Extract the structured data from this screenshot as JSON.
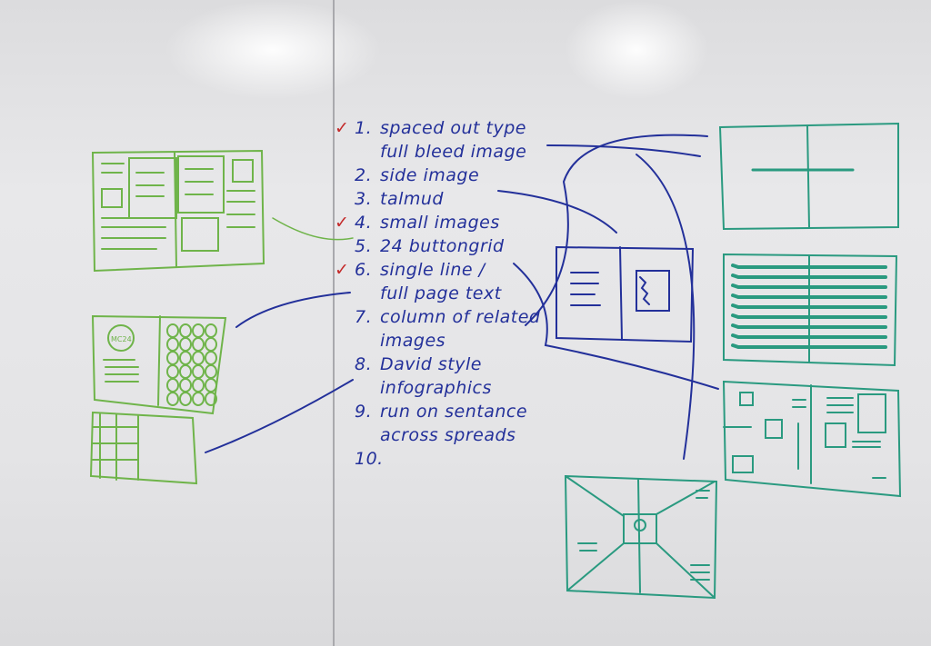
{
  "whiteboard": {
    "list": [
      {
        "num": "1.",
        "lines": [
          "spaced out type",
          "full bleed image"
        ],
        "checked": true
      },
      {
        "num": "2.",
        "lines": [
          "side image"
        ],
        "checked": false
      },
      {
        "num": "3.",
        "lines": [
          "talmud"
        ],
        "checked": false
      },
      {
        "num": "4.",
        "lines": [
          "small images"
        ],
        "checked": true
      },
      {
        "num": "5.",
        "lines": [
          "24 buttongrid"
        ],
        "checked": false
      },
      {
        "num": "6.",
        "lines": [
          "single line /",
          "full page text"
        ],
        "checked": true
      },
      {
        "num": "7.",
        "lines": [
          "column of related",
          "images"
        ],
        "checked": false
      },
      {
        "num": "8.",
        "lines": [
          "David style",
          "infographics"
        ],
        "checked": false
      },
      {
        "num": "9.",
        "lines": [
          "run on sentance",
          "across spreads"
        ],
        "checked": false
      },
      {
        "num": "10.",
        "lines": [
          ""
        ],
        "checked": false
      }
    ],
    "check_mark": "✓",
    "sketch_circle_label": "MC24",
    "colors": {
      "blue_marker": "#23309a",
      "green_marker": "#6fb44a",
      "teal_marker": "#2a9a80",
      "red_marker": "#c42a2a"
    }
  }
}
